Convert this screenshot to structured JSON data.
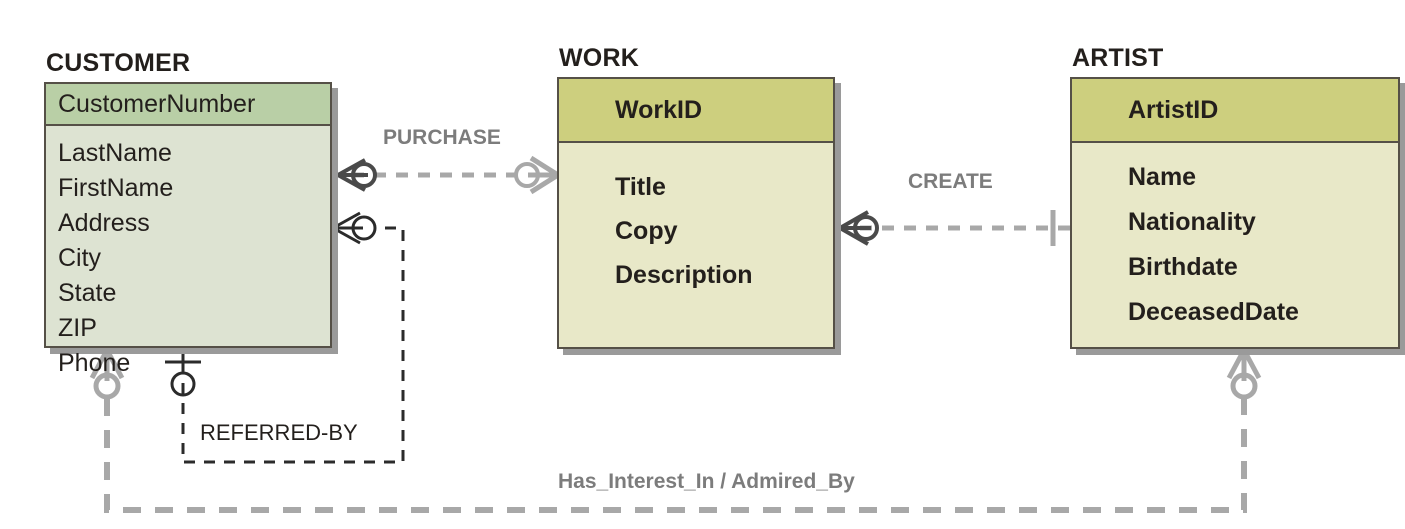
{
  "diagram": {
    "type": "entity-relationship-diagram",
    "notation": "crows-foot",
    "background": "#ffffff",
    "colors": {
      "customer_header": "#b9cfa6",
      "customer_body": "#dde3d2",
      "olive_header": "#cdcf7e",
      "olive_body": "#e8e8c8",
      "border": "#555047",
      "shadow": "#9a9a9a",
      "connector_gray": "#a8a8a8",
      "connector_dark": "#4a4a4a",
      "label_gray": "#7c7c7c",
      "label_dark": "#231f1c"
    }
  },
  "entities": [
    {
      "name": "CUSTOMER",
      "key": "CustomerNumber",
      "attributes": [
        "LastName",
        "FirstName",
        "Address",
        "City",
        "State",
        "ZIP",
        "Phone"
      ]
    },
    {
      "name": "WORK",
      "key": "WorkID",
      "attributes": [
        "Title",
        "Copy",
        "Description"
      ]
    },
    {
      "name": "ARTIST",
      "key": "ArtistID",
      "attributes": [
        "Name",
        "Nationality",
        "Birthdate",
        "DeceasedDate"
      ]
    }
  ],
  "relationships": [
    {
      "label": "PURCHASE",
      "from": "CUSTOMER",
      "to": "WORK",
      "from_cardinality": "zero-or-many",
      "to_cardinality": "zero-or-many",
      "line_style": "dashed"
    },
    {
      "label": "CREATE",
      "from": "WORK",
      "to": "ARTIST",
      "from_cardinality": "zero-or-many",
      "to_cardinality": "exactly-one",
      "line_style": "dashed"
    },
    {
      "label": "REFERRED-BY",
      "from": "CUSTOMER",
      "to": "CUSTOMER",
      "from_cardinality": "zero-or-many",
      "to_cardinality": "zero-or-one",
      "line_style": "dashed"
    },
    {
      "label": "Has_Interest_In / Admired_By",
      "from": "CUSTOMER",
      "to": "ARTIST",
      "from_cardinality": "zero-or-many",
      "to_cardinality": "zero-or-many",
      "line_style": "dashed"
    }
  ]
}
